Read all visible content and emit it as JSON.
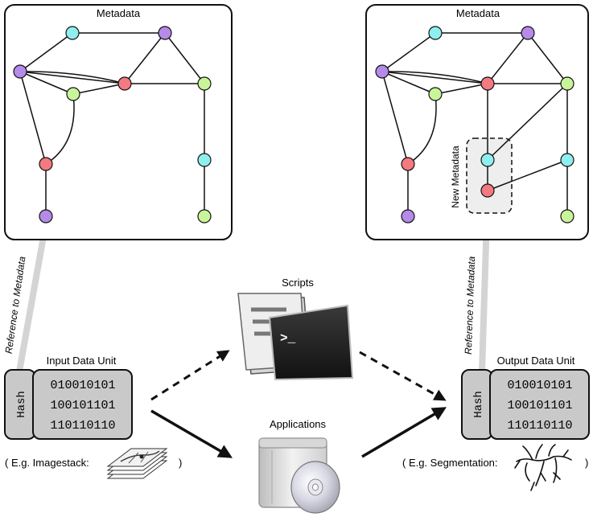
{
  "panels": {
    "left_title": "Metadata",
    "right_title": "Metadata",
    "new_metadata_label": "New Metadata"
  },
  "links": {
    "left_reference_label": "Reference to Metadata",
    "right_reference_label": "Reference to Metadata"
  },
  "input_unit": {
    "title": "Input Data Unit",
    "hash_label": "Hash",
    "bits": [
      "010010101",
      "100101101",
      "110110110"
    ],
    "example_prefix": "( E.g. Imagestack:",
    "example_suffix": ")"
  },
  "output_unit": {
    "title": "Output Data Unit",
    "hash_label": "Hash",
    "bits": [
      "010010101",
      "100101101",
      "110110110"
    ],
    "example_prefix": "( E.g. Segmentation:",
    "example_suffix": ")"
  },
  "processors": {
    "scripts_label": "Scripts",
    "terminal_prompt": ">_",
    "applications_label": "Applications"
  },
  "colors": {
    "node_cyan": "#8fefef",
    "node_purple": "#b68ae8",
    "node_red": "#f27a80",
    "node_green": "#c8f59a",
    "panel_border": "#111111",
    "unit_fill": "#c9c9c9",
    "new_metadata_fill": "#eeeeee",
    "reference_line": "#d4d4d4"
  },
  "icons": [
    "script-document-icon",
    "terminal-icon",
    "application-box-icon",
    "cd-disc-icon",
    "imagestack-icon",
    "segmentation-icon"
  ]
}
